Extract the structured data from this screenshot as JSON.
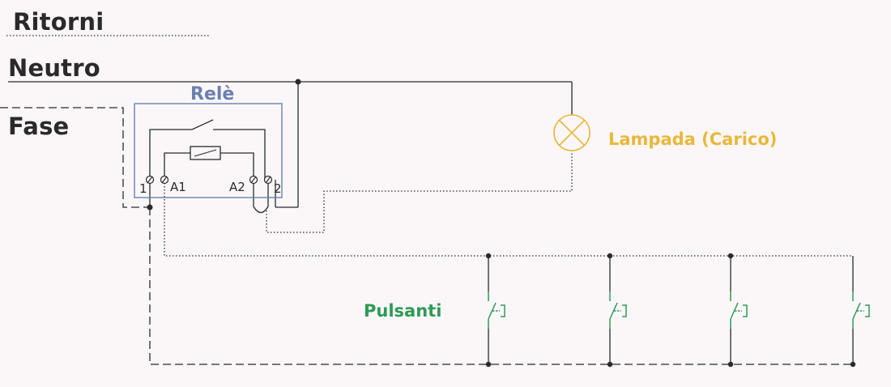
{
  "buses": {
    "returns": "Ritorni",
    "neutral": "Neutro",
    "phase": "Fase"
  },
  "relay": {
    "title": "Relè",
    "terminal_1": "1",
    "terminal_a1": "A1",
    "terminal_a2": "A2",
    "terminal_2": "2"
  },
  "lamp": {
    "label": "Lampada (Carico)"
  },
  "pushbuttons": {
    "label": "Pulsanti",
    "count": 4
  },
  "colors": {
    "wire": "#2a2a2a",
    "relay_box": "#6b7fb0",
    "lamp": "#e9b83a",
    "pushbutton": "#2f9a55"
  }
}
